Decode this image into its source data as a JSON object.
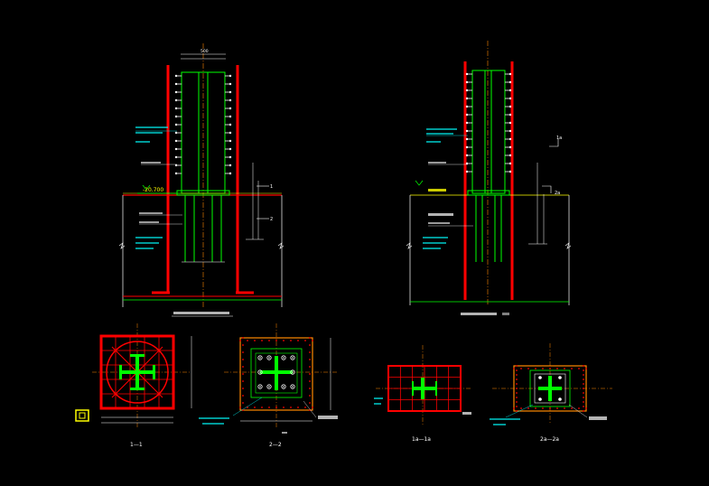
{
  "labels": {
    "elev_left": "-20.700",
    "sec_1": "1",
    "sec_2": "2",
    "sec_1a": "1a",
    "sec_2a": "2a",
    "sec_label_1": "1—1",
    "sec_label_2": "2—2",
    "sec_label_1a": "1a—1a",
    "sec_label_2a": "2a—2a"
  },
  "colors": {
    "background": "#000000",
    "steel": "#ff0000",
    "column": "#00ff00",
    "bolt": "#ffffff",
    "dim": "#ffffff",
    "leader": "#00ffff",
    "level": "#ffff00",
    "axis": "#ff8800",
    "base": "#ff00ff"
  }
}
